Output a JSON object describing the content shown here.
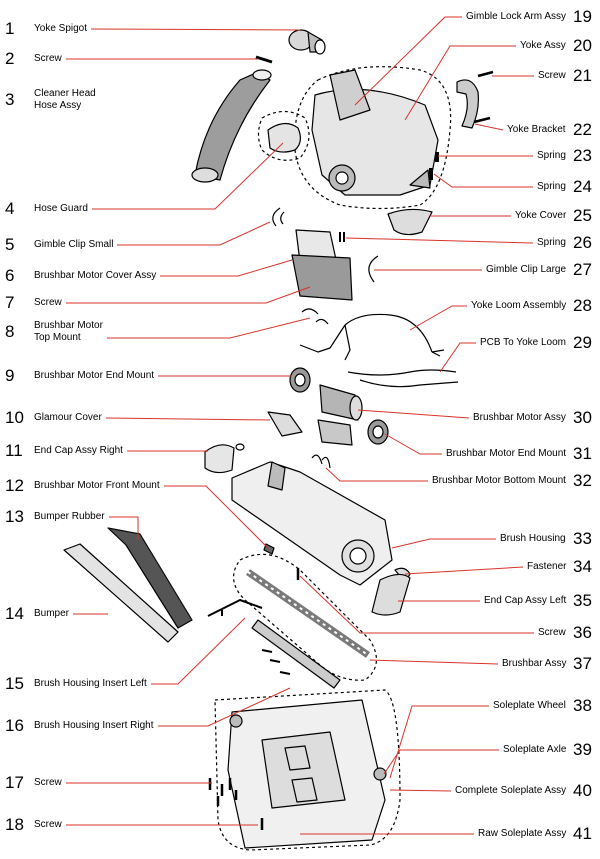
{
  "parts": [
    {
      "num": "1",
      "name": "Yoke Spigot"
    },
    {
      "num": "2",
      "name": "Screw"
    },
    {
      "num": "3",
      "name": "Cleaner Head Hose Assy",
      "lines": [
        "Cleaner Head",
        "Hose Assy"
      ]
    },
    {
      "num": "4",
      "name": "Hose Guard"
    },
    {
      "num": "5",
      "name": "Gimble Clip Small"
    },
    {
      "num": "6",
      "name": "Brushbar Motor Cover Assy"
    },
    {
      "num": "7",
      "name": "Screw"
    },
    {
      "num": "8",
      "name": "Brushbar Motor Top Mount",
      "lines": [
        "Brushbar Motor",
        "Top Mount"
      ]
    },
    {
      "num": "9",
      "name": "Brushbar Motor End Mount"
    },
    {
      "num": "10",
      "name": "Glamour Cover"
    },
    {
      "num": "11",
      "name": "End Cap Assy Right"
    },
    {
      "num": "12",
      "name": "Brushbar Motor Front Mount"
    },
    {
      "num": "13",
      "name": "Bumper Rubber"
    },
    {
      "num": "14",
      "name": "Bumper"
    },
    {
      "num": "15",
      "name": "Brush Housing Insert Left"
    },
    {
      "num": "16",
      "name": "Brush Housing Insert Right"
    },
    {
      "num": "17",
      "name": "Screw"
    },
    {
      "num": "18",
      "name": "Screw"
    },
    {
      "num": "19",
      "name": "Gimble Lock Arm Assy"
    },
    {
      "num": "20",
      "name": "Yoke Assy"
    },
    {
      "num": "21",
      "name": "Screw"
    },
    {
      "num": "22",
      "name": "Yoke Bracket"
    },
    {
      "num": "23",
      "name": "Spring"
    },
    {
      "num": "24",
      "name": "Spring"
    },
    {
      "num": "25",
      "name": "Yoke Cover"
    },
    {
      "num": "26",
      "name": "Spring"
    },
    {
      "num": "27",
      "name": "Gimble Clip Large"
    },
    {
      "num": "28",
      "name": "Yoke Loom Assembly"
    },
    {
      "num": "29",
      "name": "PCB To Yoke Loom"
    },
    {
      "num": "30",
      "name": "Brushbar Motor Assy"
    },
    {
      "num": "31",
      "name": "Brushbar Motor End Mount"
    },
    {
      "num": "32",
      "name": "Brushbar Motor Bottom Mount"
    },
    {
      "num": "33",
      "name": "Brush Housing"
    },
    {
      "num": "34",
      "name": "Fastener"
    },
    {
      "num": "35",
      "name": "End Cap Assy Left"
    },
    {
      "num": "36",
      "name": "Screw"
    },
    {
      "num": "37",
      "name": "Brushbar Assy"
    },
    {
      "num": "38",
      "name": "Soleplate Wheel"
    },
    {
      "num": "39",
      "name": "Soleplate Axle"
    },
    {
      "num": "40",
      "name": "Complete Soleplate Assy"
    },
    {
      "num": "41",
      "name": "Raw Soleplate Assy"
    }
  ],
  "leader_color": "#d8332a"
}
